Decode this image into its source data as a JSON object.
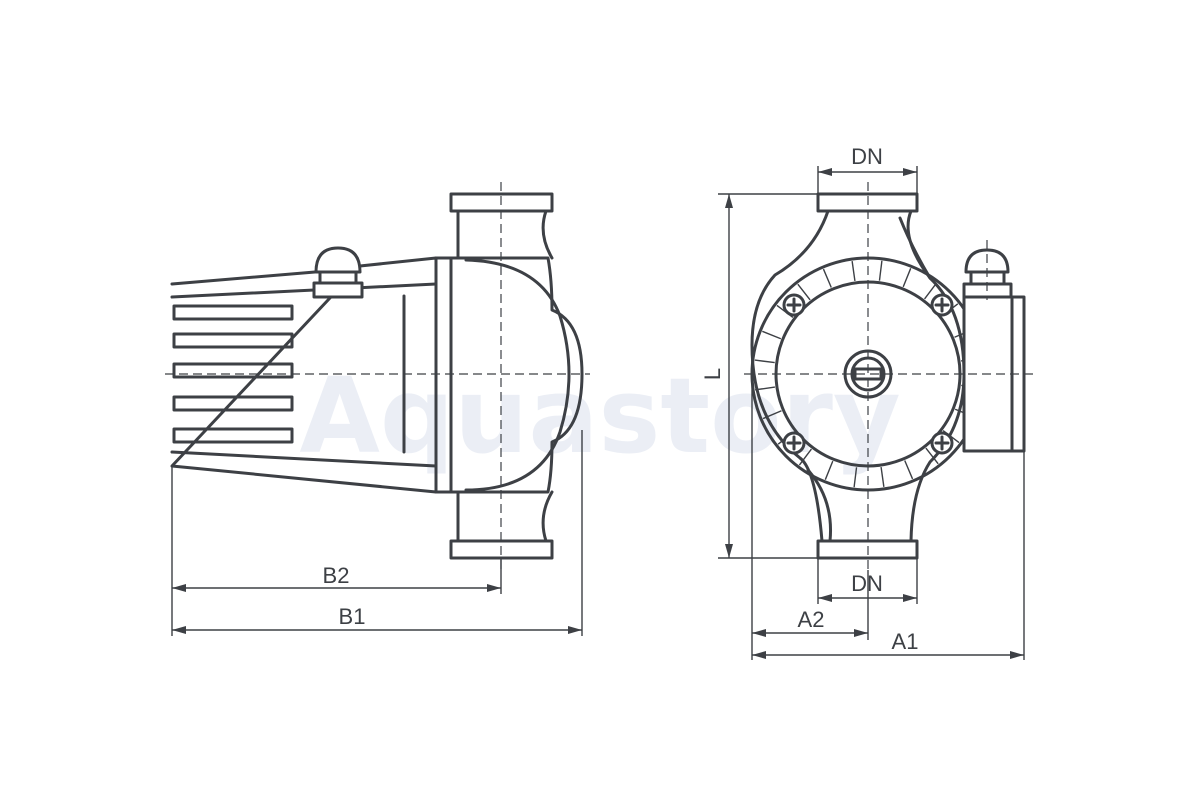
{
  "watermark": "Aquastory",
  "side_view": {
    "dimensions": {
      "b1": "B1",
      "b2": "B2"
    }
  },
  "front_view": {
    "dimensions": {
      "dn_top": "DN",
      "dn_bottom": "DN",
      "a1": "A1",
      "a2": "A2",
      "l": "L"
    }
  },
  "colors": {
    "line": "#3d4045",
    "watermark": "#b8c4dc"
  }
}
